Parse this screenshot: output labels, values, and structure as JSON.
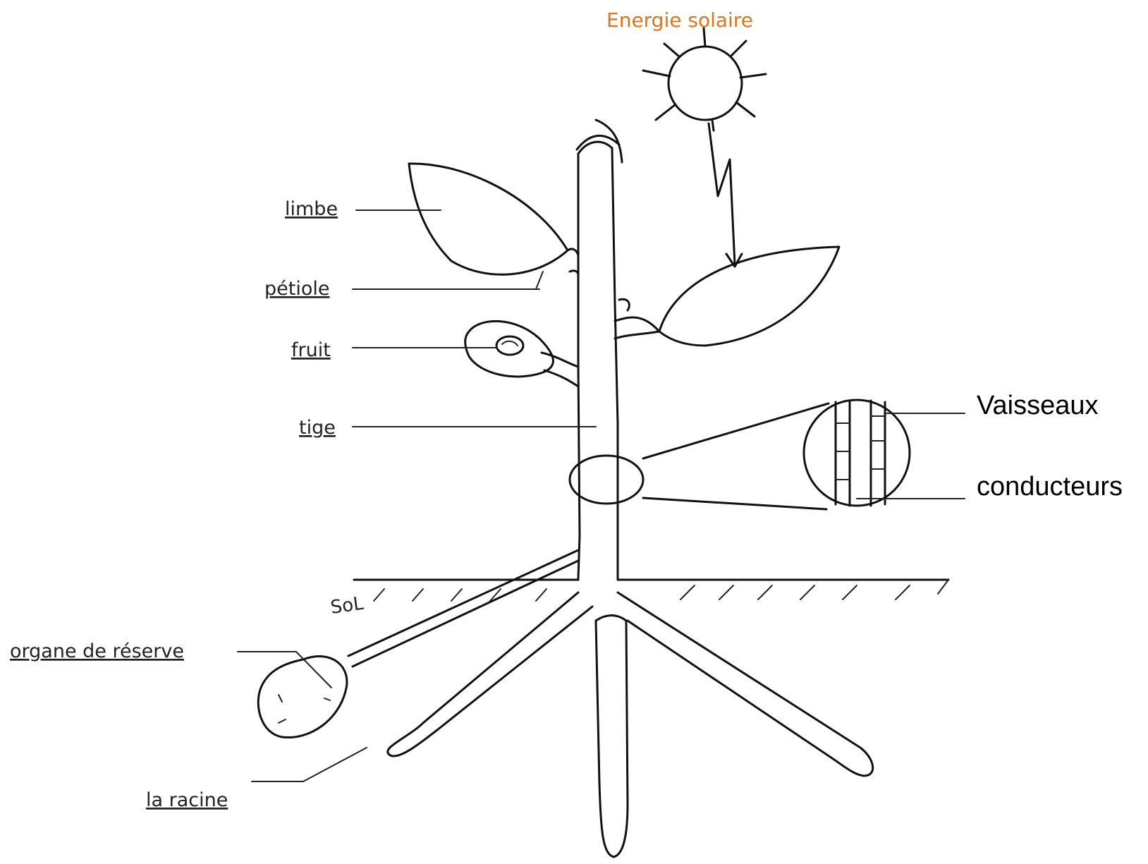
{
  "title": "Energie solaire",
  "colors": {
    "title": "#e0731f",
    "ink": "#111111"
  },
  "labels": {
    "limbe": "limbe",
    "petiole": "pétiole",
    "fruit": "fruit",
    "tige": "tige",
    "organe": "organe de réserve",
    "racine": "la racine",
    "sol": "SoL"
  },
  "zoom": {
    "line1": "Vaisseaux",
    "line2": "conducteurs"
  }
}
